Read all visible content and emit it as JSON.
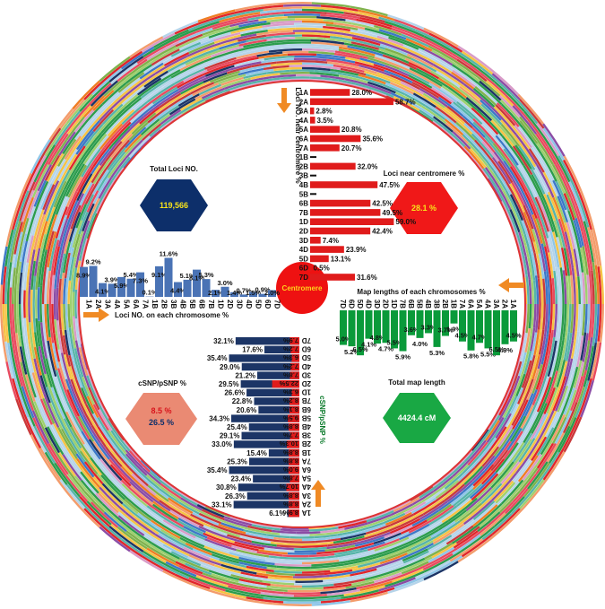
{
  "colors": {
    "red_bar": "#e01b1b",
    "blue_bar": "#4a73b5",
    "navy_bar": "#1c3566",
    "green_bar": "#0a9a3a",
    "hex_navy": "#0d2f6a",
    "hex_red": "#f01818",
    "hex_salmon": "#ea8a73",
    "hex_green": "#19a844",
    "arrow_orange": "#f08a24",
    "centromere_red": "#ee1111"
  },
  "hexagons": {
    "total_loci": {
      "title": "Total Loci NO.",
      "value": "119,566"
    },
    "centromere": {
      "title": "Loci near centromere %",
      "value": "28.1 %"
    },
    "csnp": {
      "title": "cSNP/pSNP %",
      "value1": "8.5 %",
      "value2": "26.5 %"
    },
    "map_length": {
      "title": "Total map length",
      "value": "4424.4 cM"
    }
  },
  "centromere_label": "Centromere",
  "chart_data": [
    {
      "type": "bar",
      "id": "loci_near_centromere",
      "orientation": "horizontal",
      "ylabel": "Loci NO. near centromere %",
      "categories": [
        "1A",
        "2A",
        "3A",
        "4A",
        "5A",
        "6A",
        "7A",
        "1B",
        "2B",
        "3B",
        "4B",
        "5B",
        "6B",
        "7B",
        "1D",
        "2D",
        "3D",
        "4D",
        "5D",
        "6D",
        "7D"
      ],
      "values": [
        28.0,
        58.7,
        2.8,
        3.5,
        20.8,
        35.6,
        20.7,
        null,
        32.0,
        null,
        47.5,
        null,
        42.5,
        49.5,
        59.0,
        42.4,
        7.4,
        23.9,
        13.1,
        0.5,
        31.6
      ],
      "labels": [
        "28.0%",
        "58.7%",
        "2.8%",
        "3.5%",
        "20.8%",
        "35.6%",
        "20.7%",
        "",
        "32.0%",
        "",
        "47.5%",
        "",
        "42.5%",
        "49.5%",
        "59.0%",
        "42.4%",
        "7.4%",
        "23.9%",
        "13.1%",
        "0.5%",
        "31.6%"
      ]
    },
    {
      "type": "bar",
      "id": "loci_each_chromosome",
      "xlabel": "Loci NO. on each chromosome %",
      "categories": [
        "1A",
        "2A",
        "3A",
        "4A",
        "5A",
        "6A",
        "7A",
        "1B",
        "2B",
        "3B",
        "4B",
        "5B",
        "6B",
        "7B",
        "1D",
        "2D",
        "3D",
        "4D",
        "5D",
        "6D",
        "7D"
      ],
      "values": [
        8.9,
        9.2,
        4.1,
        3.9,
        5.9,
        5.4,
        7.3,
        0.1,
        9.1,
        11.6,
        4.4,
        5.1,
        8.1,
        5.3,
        2.1,
        3.0,
        1.4,
        0.7,
        1.5,
        0.9,
        2.0
      ],
      "labels": [
        "8.9%",
        "9.2%",
        "4.1%",
        "3.9%",
        "5.9%",
        "5.4%",
        "7.3%",
        "0.1%",
        "9.1%",
        "11.6%",
        "4.4%",
        "5.1%",
        "8.1%",
        "5.3%",
        "2.1%",
        "3.0%",
        "1.4%",
        "0.7%",
        "1.5%",
        "0.9%",
        "2.0%"
      ]
    },
    {
      "type": "bar",
      "id": "map_length_each_chromosome",
      "title": "Map lengths of each chromosomes %",
      "categories": [
        "7D",
        "6D",
        "5D",
        "4D",
        "3D",
        "2D",
        "1D",
        "7B",
        "6B",
        "5B",
        "4B",
        "3B",
        "2B",
        "1B",
        "7A",
        "6A",
        "5A",
        "4A",
        "3A",
        "2A",
        "1A"
      ],
      "values": [
        5.0,
        5.2,
        6.5,
        4.1,
        4.8,
        4.7,
        5.5,
        5.9,
        3.6,
        4.0,
        3.3,
        5.3,
        3.7,
        1.9,
        4.5,
        5.8,
        4.7,
        5.5,
        6.5,
        4.9,
        4.5
      ],
      "labels": [
        "5.0%",
        "5.2%",
        "6.5%",
        "4.1%",
        "4.8%",
        "4.7%",
        "5.5%",
        "5.9%",
        "3.6%",
        "4.0%",
        "3.3%",
        "5.3%",
        "3.7%",
        "1.9%",
        "4.5%",
        "5.8%",
        "4.7%",
        "5.5%",
        "6.5%",
        "4.9%",
        "4.5%"
      ]
    },
    {
      "type": "bar",
      "id": "csnp_psnp",
      "orientation": "horizontal",
      "ylabel": "cSNP/pSNP %",
      "categories": [
        "7D",
        "6D",
        "5D",
        "4D",
        "3D",
        "2D",
        "1D",
        "7B",
        "6B",
        "5B",
        "4B",
        "3B",
        "2B",
        "1B",
        "7A",
        "6A",
        "5A",
        "4A",
        "3A",
        "2A",
        "1A"
      ],
      "series": [
        {
          "values": [
            32.1,
            17.6,
            35.4,
            29.0,
            21.2,
            29.5,
            26.6,
            22.8,
            20.6,
            34.3,
            25.4,
            29.1,
            33.0,
            15.4,
            25.3,
            35.4,
            23.4,
            30.8,
            26.3,
            33.1,
            6.1
          ],
          "labels": [
            "32.1%",
            "17.6%",
            "35.4%",
            "29.0%",
            "21.2%",
            "29.5%",
            "26.6%",
            "22.8%",
            "20.6%",
            "34.3%",
            "25.4%",
            "29.1%",
            "33.0%",
            "15.4%",
            "25.3%",
            "35.4%",
            "23.4%",
            "30.8%",
            "26.3%",
            "33.1%",
            "6.1%"
          ]
        },
        {
          "values": [
            7.9,
            7.2,
            6.3,
            7.2,
            7.8,
            22.5,
            6.3,
            8.2,
            8.1,
            9.5,
            8.8,
            7.7,
            10.3,
            8.8,
            8.8,
            9.0,
            7.8,
            10.7,
            8.8,
            8.8,
            8.9
          ],
          "labels": [
            "7.9%",
            "7.2%",
            "6.3%",
            "7.2%",
            "7.8%",
            "22.5%",
            "6.3%",
            "8.2%",
            "8.1%",
            "9.5%",
            "8.8%",
            "7.7%",
            "10.3%",
            "8.8%",
            "8.8%",
            "9.0%",
            "7.8%",
            "10.7%",
            "8.8%",
            "8.8%",
            "8.9%"
          ]
        }
      ]
    }
  ]
}
